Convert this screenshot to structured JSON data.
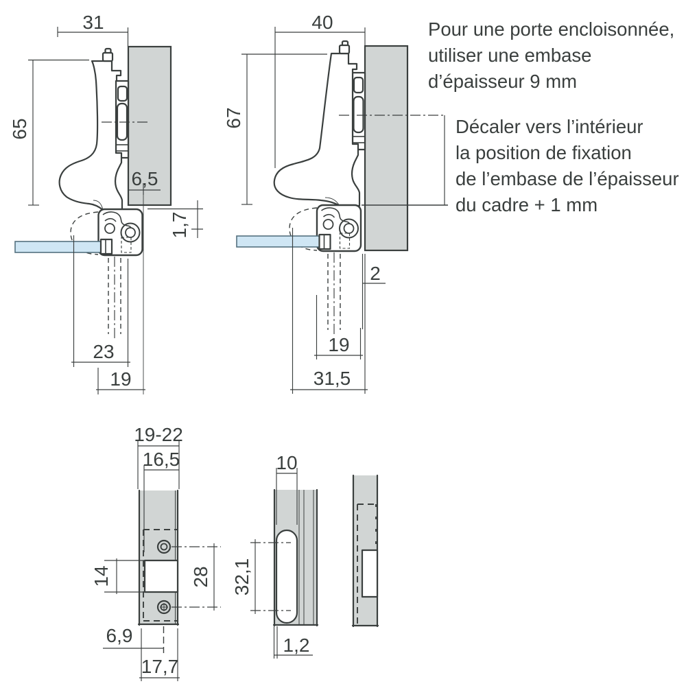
{
  "colors": {
    "line": "#3a3f3e",
    "panel_gray": "#d1d5d4",
    "glass_blue": "#cfe6f4",
    "background": "#ffffff"
  },
  "top_left_view": {
    "arm_projection": "31",
    "height": "65",
    "overlay": "6,5",
    "gap": "1,7",
    "boss_to_face": "23",
    "profile_width": "19"
  },
  "top_right_view": {
    "arm_projection": "40",
    "height": "67",
    "reveal": "2",
    "profile_width": "19",
    "boss_depth": "31,5"
  },
  "notes": {
    "note1_lines": [
      "Pour une porte encloisonnée,",
      "utiliser une embase",
      "d’épaisseur 9 mm"
    ],
    "note2_lines": [
      "Décaler vers l’intérieur",
      "la position de fixation",
      "de l’embase de l’épaisseur",
      "du cadre + 1 mm"
    ]
  },
  "front_view": {
    "outer_width": "19-22",
    "inner_width": "16,5",
    "cutout_height": "14",
    "hole_spacing": "28",
    "edge_distance": "6,9",
    "total_width": "17,7"
  },
  "slot_view": {
    "slot_width": "10",
    "slot_length": "32,1",
    "wall_thickness": "1,2"
  }
}
